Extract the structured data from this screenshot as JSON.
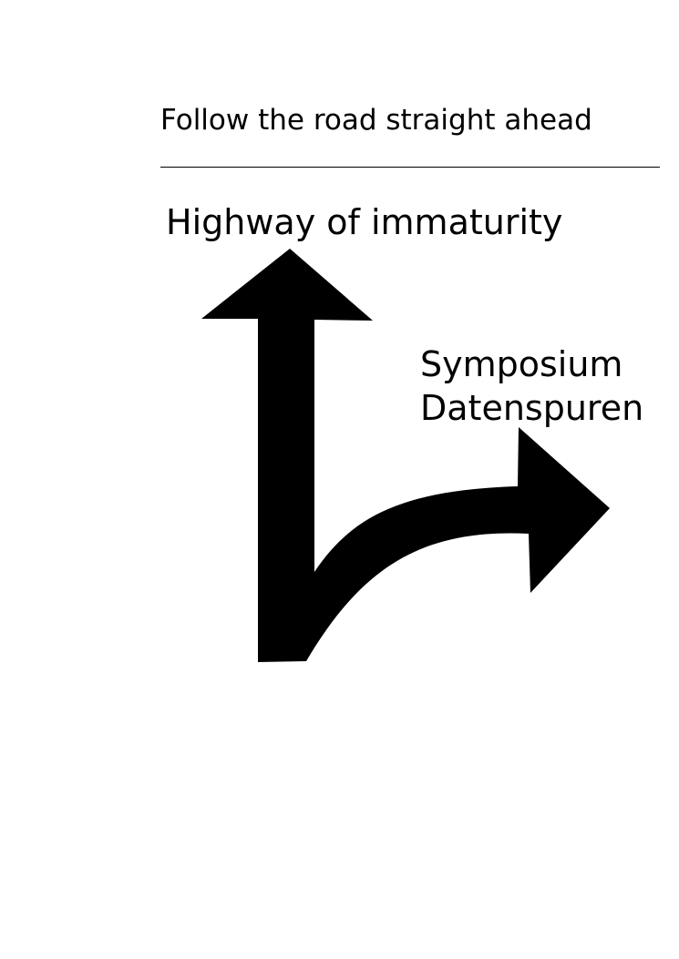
{
  "heading": "Follow the road straight ahead",
  "straight_destination": "Highway of immaturity",
  "right_destination": {
    "line1": "Symposium",
    "line2": "Datenspuren"
  },
  "colors": {
    "background": "#ffffff",
    "ink": "#000000"
  },
  "icons": {
    "straight": "arrow-up-icon",
    "right": "arrow-curve-right-icon"
  }
}
